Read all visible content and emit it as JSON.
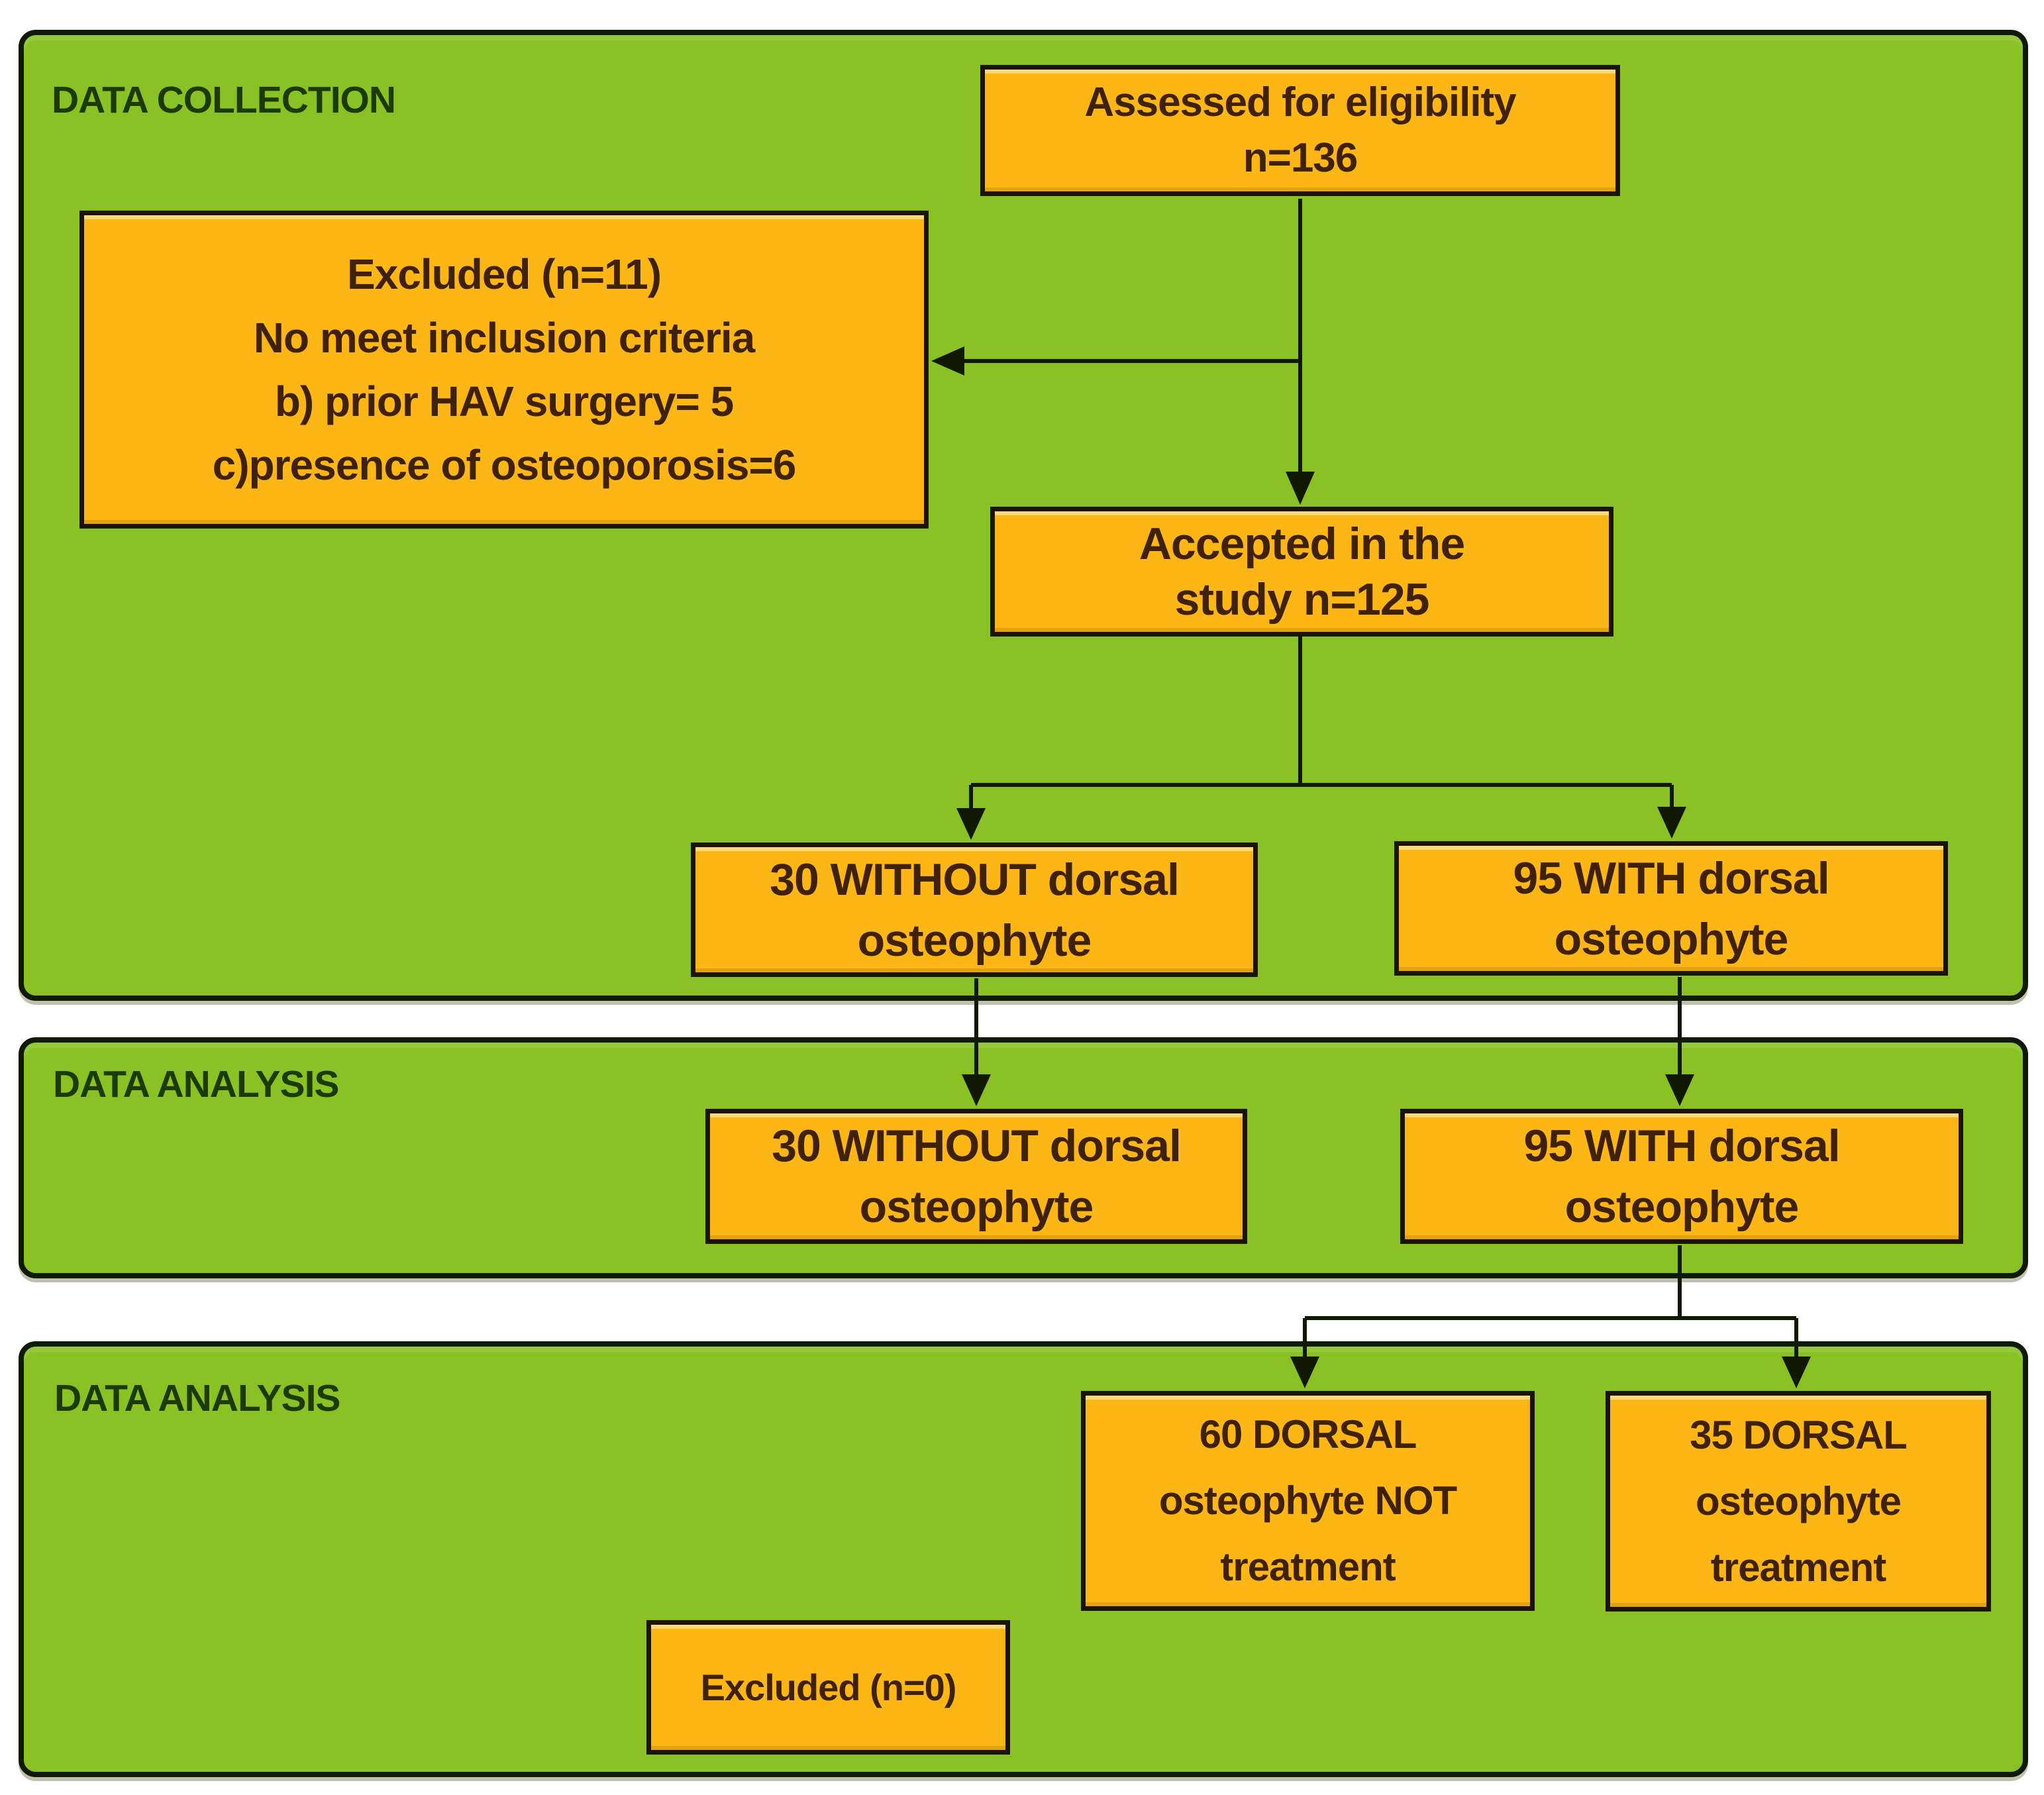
{
  "figure": {
    "type": "study-flow-diagram",
    "colors": {
      "panel_green": "#8ac226",
      "box_orange": "#fcb615",
      "panel_border": "#0f1a00",
      "box_border": "#1a1400",
      "box_text_brown": "#3f2206",
      "panel_label_green": "#1c3a02",
      "connector_black": "#101800",
      "background": "#ffffff"
    }
  },
  "panels": [
    {
      "label": "DATA COLLECTION"
    },
    {
      "label": "DATA ANALYSIS"
    },
    {
      "label": "DATA ANALYSIS"
    }
  ],
  "boxes": {
    "assessed": {
      "lines": [
        "Assessed for eligibility",
        "n=136"
      ]
    },
    "excluded_top": {
      "lines": [
        "Excluded (n=11)",
        "No meet inclusion criteria",
        "b) prior HAV surgery= 5",
        "c)presence of osteoporosis=6"
      ]
    },
    "accepted": {
      "lines": [
        "Accepted in the",
        "study n=125"
      ]
    },
    "without_collection": {
      "lines": [
        "30 WITHOUT dorsal",
        "osteophyte"
      ]
    },
    "with_collection": {
      "lines": [
        "95 WITH dorsal",
        "osteophyte"
      ]
    },
    "without_analysis": {
      "lines": [
        "30 WITHOUT dorsal",
        "osteophyte"
      ]
    },
    "with_analysis": {
      "lines": [
        "95 WITH dorsal",
        "osteophyte"
      ]
    },
    "not_treatment": {
      "lines": [
        "60 DORSAL",
        "osteophyte NOT",
        "treatment"
      ]
    },
    "treatment": {
      "lines": [
        "35 DORSAL",
        "osteophyte",
        "treatment"
      ]
    },
    "excluded_bottom": {
      "lines": [
        "Excluded (n=0)"
      ]
    }
  }
}
